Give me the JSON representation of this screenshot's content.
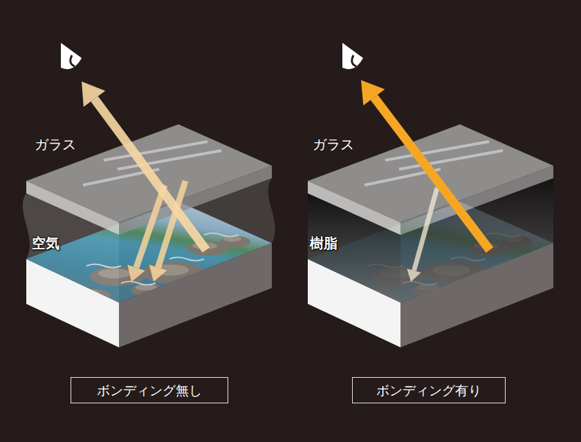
{
  "diagram": {
    "nodes": [
      {
        "text": [
          "ボンディング無し"
        ]
      },
      {
        "text": [
          "ボンディング有り"
        ]
      }
    ],
    "labels": [
      "ガラス",
      "空気",
      "ガラス",
      "樹脂"
    ]
  }
}
